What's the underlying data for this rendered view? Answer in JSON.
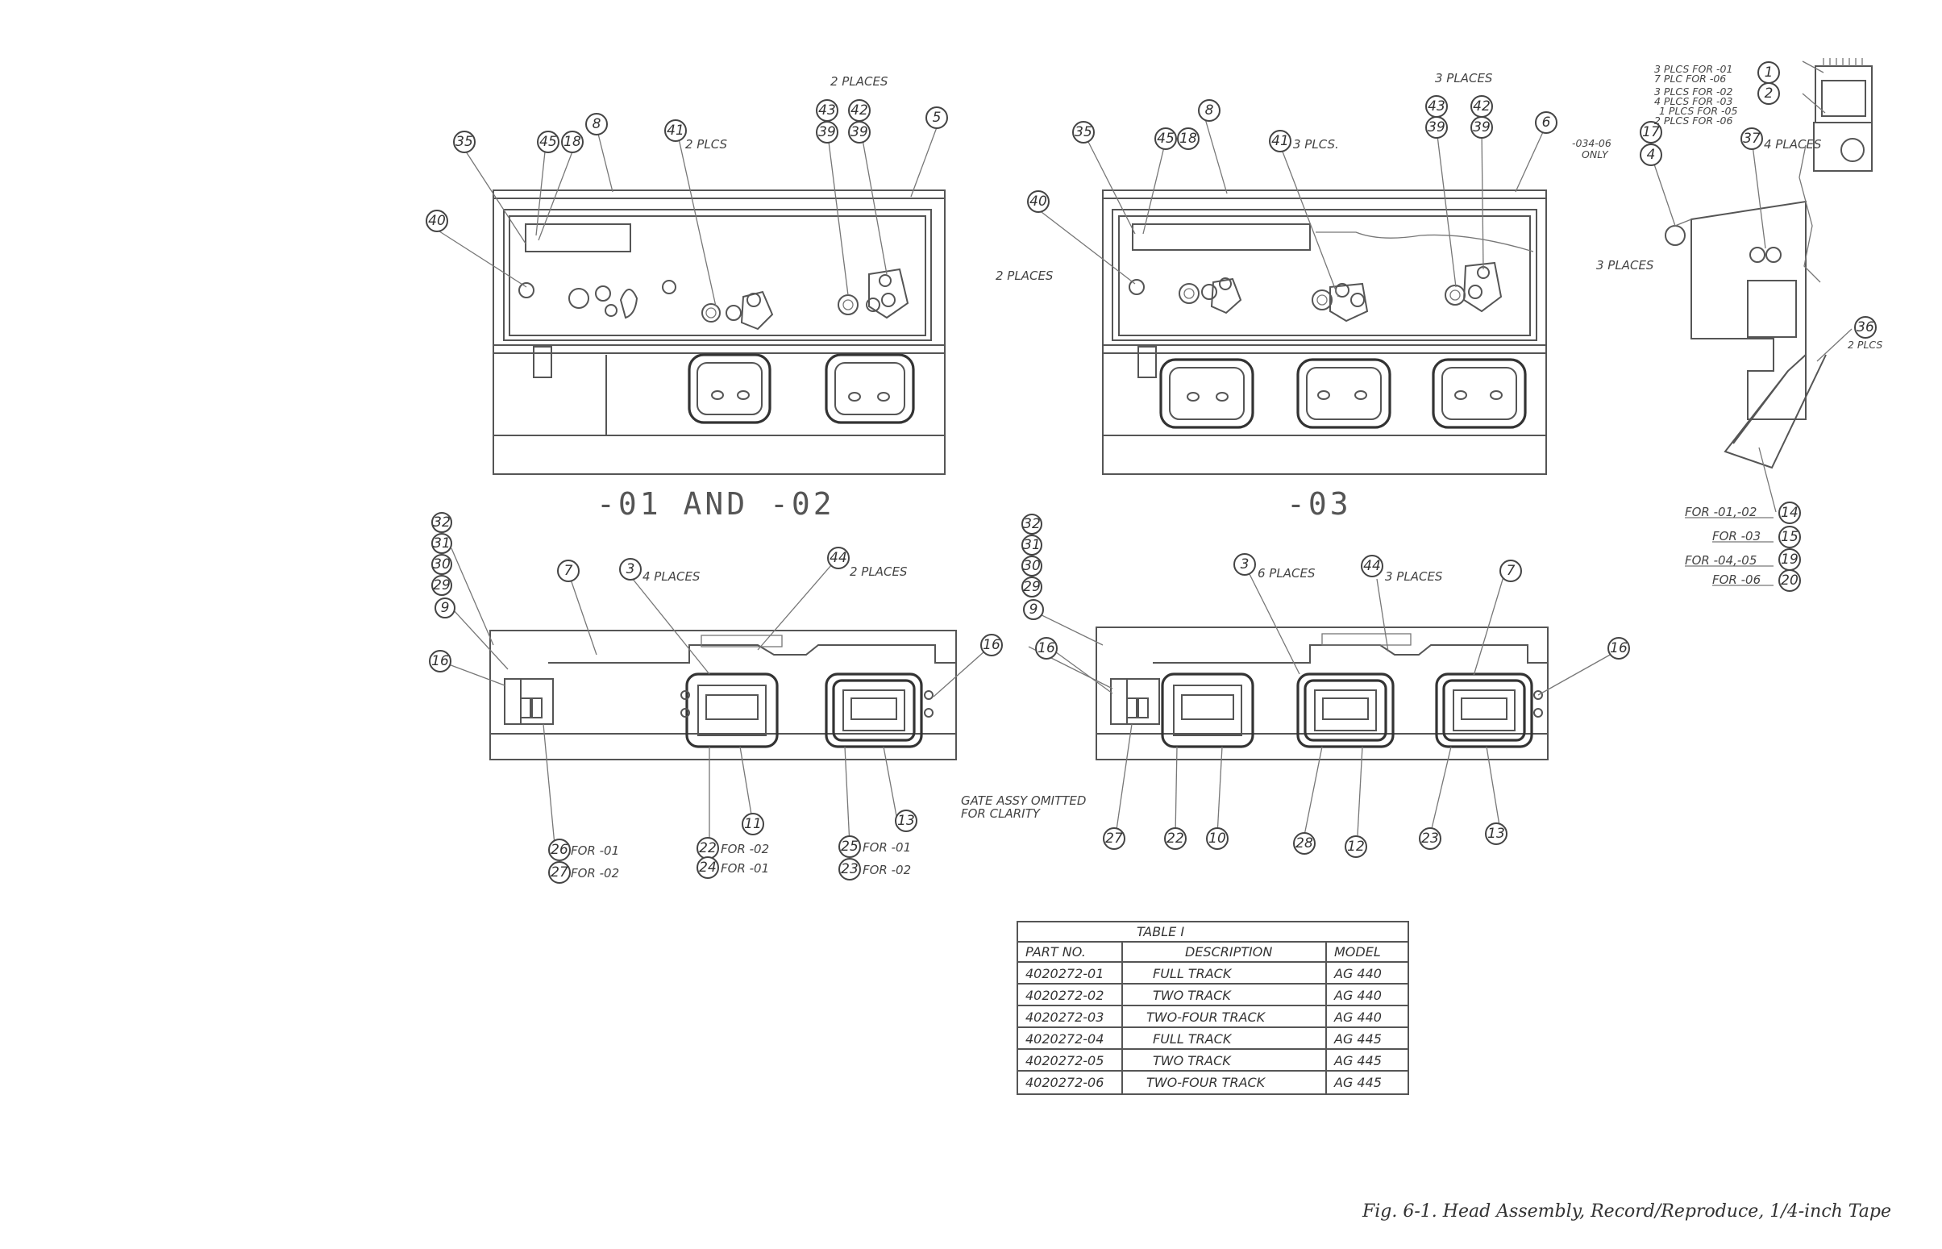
{
  "views": {
    "top_left_caption": "-01 AND -02",
    "top_right_caption": "-03"
  },
  "notes": {
    "tl_2places": "2 PLACES",
    "tl_2plcs": "2 PLCS",
    "tr_3places": "3 PLACES",
    "tr_3plcs": "3 PLCS.",
    "tr_2places": "2 PLACES",
    "bl_4places": "4 PLACES",
    "bl_2places": "2 PLACES",
    "br_6places": "6 PLACES",
    "br_3places": "3 PLACES",
    "gate_line1": "GATE ASSY OMITTED",
    "gate_line2": "FOR CLARITY",
    "side_3plcs_01": "3 PLCS FOR -01",
    "side_7plc_06": "7 PLC FOR -06",
    "side_3plcs_02": "3 PLCS FOR -02",
    "side_4plcs_03": "4 PLCS FOR -03",
    "side_1plcs_05": "1 PLCS FOR -05",
    "side_2plcs_06": "2 PLCS FOR -06",
    "side_034_06": "-034-06",
    "side_only": "ONLY",
    "side_4places": "4 PLACES",
    "side_3places": "3 PLACES",
    "side_2plcs": "2 PLCS",
    "for_01_02": "FOR -01,-02",
    "for_03": "FOR -03",
    "for_04_05": "FOR -04,-05",
    "for_06": "FOR -06",
    "for_01": "FOR -01",
    "for_02": "FOR -02"
  },
  "callouts": {
    "n1": "1",
    "n2": "2",
    "n3": "3",
    "n4": "4",
    "n5": "5",
    "n6": "6",
    "n7": "7",
    "n8": "8",
    "n9": "9",
    "n10": "10",
    "n11": "11",
    "n12": "12",
    "n13": "13",
    "n14": "14",
    "n15": "15",
    "n16": "16",
    "n17": "17",
    "n18": "18",
    "n19": "19",
    "n20": "20",
    "n22": "22",
    "n23": "23",
    "n24": "24",
    "n25": "25",
    "n26": "26",
    "n27": "27",
    "n28": "28",
    "n29": "29",
    "n30": "30",
    "n31": "31",
    "n32": "32",
    "n35": "35",
    "n36": "36",
    "n37": "37",
    "n39": "39",
    "n40": "40",
    "n41": "41",
    "n42": "42",
    "n43": "43",
    "n44": "44",
    "n45": "45"
  },
  "table": {
    "title": "TABLE I",
    "headers": [
      "PART NO.",
      "DESCRIPTION",
      "MODEL"
    ],
    "rows": [
      [
        "4020272-01",
        "FULL TRACK",
        "AG 440"
      ],
      [
        "4020272-02",
        "TWO TRACK",
        "AG 440"
      ],
      [
        "4020272-03",
        "TWO-FOUR TRACK",
        "AG 440"
      ],
      [
        "4020272-04",
        "FULL TRACK",
        "AG 445"
      ],
      [
        "4020272-05",
        "TWO TRACK",
        "AG 445"
      ],
      [
        "4020272-06",
        "TWO-FOUR TRACK",
        "AG 445"
      ]
    ]
  },
  "caption": "Fig. 6-1. Head Assembly, Record/Reproduce, 1/4-inch Tape"
}
